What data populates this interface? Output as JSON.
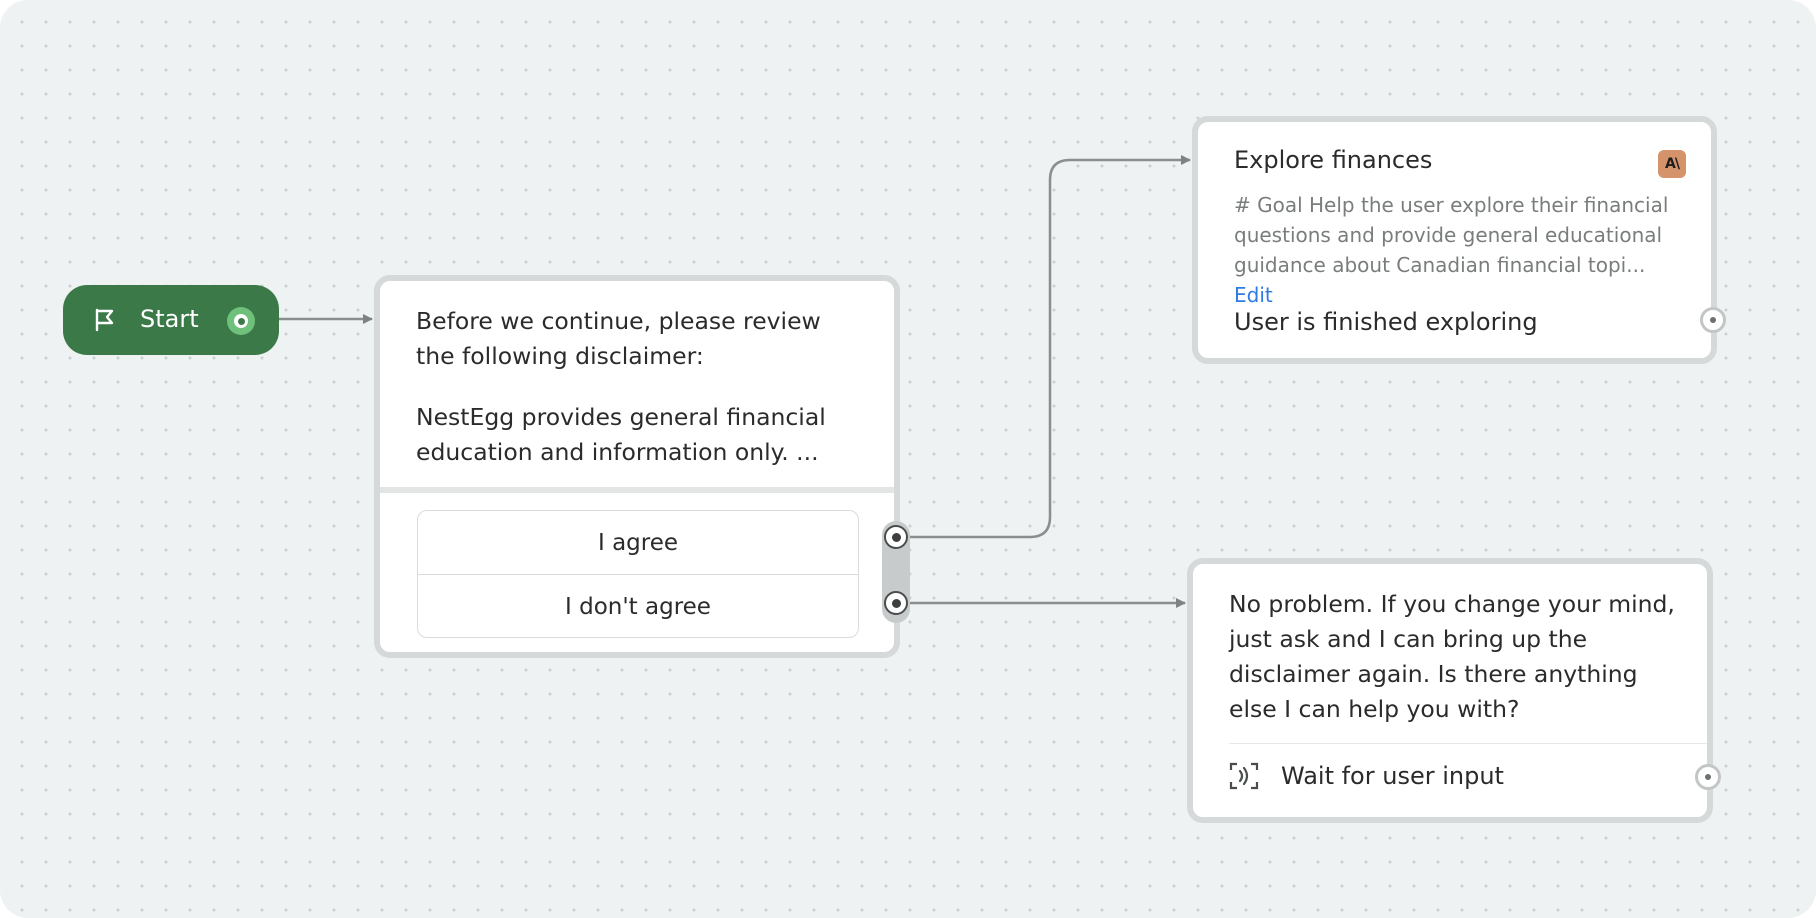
{
  "start": {
    "label": "Start"
  },
  "disclaimer": {
    "line1": "Before we continue, please review the following disclaimer:",
    "line2": "NestEgg provides general financial education and information only. ...",
    "choices": [
      "I agree",
      "I don't agree"
    ]
  },
  "explore": {
    "title": "Explore finances",
    "badge": "A\\",
    "description": "# Goal Help the user explore their financial questions and provide general educational guidance about Canadian financial topi...",
    "edit_label": "Edit",
    "exit_label": "User is finished exploring"
  },
  "reply": {
    "text": "No problem. If you change your mind, just ask and I can bring up the disclaimer again. Is there anything else I can help you with?",
    "wait_label": "Wait for user input"
  },
  "colors": {
    "start_bg": "#3b7a48",
    "link": "#2d7be5",
    "card_border": "#d6d9d9",
    "badge": "#d4936a"
  }
}
